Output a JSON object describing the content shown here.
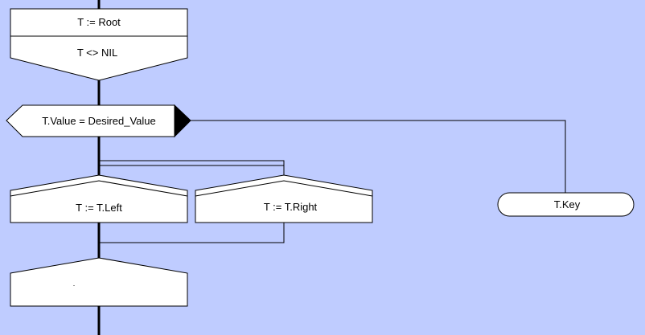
{
  "diagram": {
    "colors": {
      "background": "#bfccff",
      "block_fill": "#ffffff",
      "line": "#000000"
    },
    "blocks": {
      "assign_root": "T := Root",
      "loop_condition": "T <> NIL",
      "decision": "T.Value = Desired_Value",
      "assign_left": "T := T.Left",
      "assign_right": "T := T.Right",
      "terminal_key": "T.Key",
      "loop_end_label": "."
    }
  }
}
